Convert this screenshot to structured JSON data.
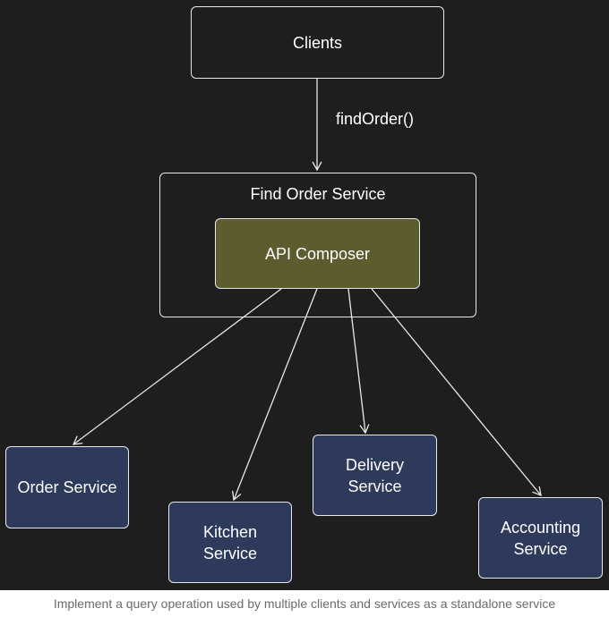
{
  "diagram": {
    "nodes": {
      "clients": "Clients",
      "find_order_service": "Find Order Service",
      "api_composer": "API Composer",
      "order_service": "Order Service",
      "kitchen_service": "Kitchen\nService",
      "delivery_service": "Delivery\nService",
      "accounting_service": "Accounting\nService"
    },
    "edges": {
      "clients_to_find_order": "findOrder()"
    },
    "colors": {
      "background": "#1e1e1e",
      "stroke": "#e8e8e8",
      "composer_fill": "#5c5c2e",
      "service_fill": "#2e3a5c",
      "caption_text": "#6b6b6b"
    }
  },
  "caption": "Implement a query operation used by multiple clients and services as a standalone service"
}
